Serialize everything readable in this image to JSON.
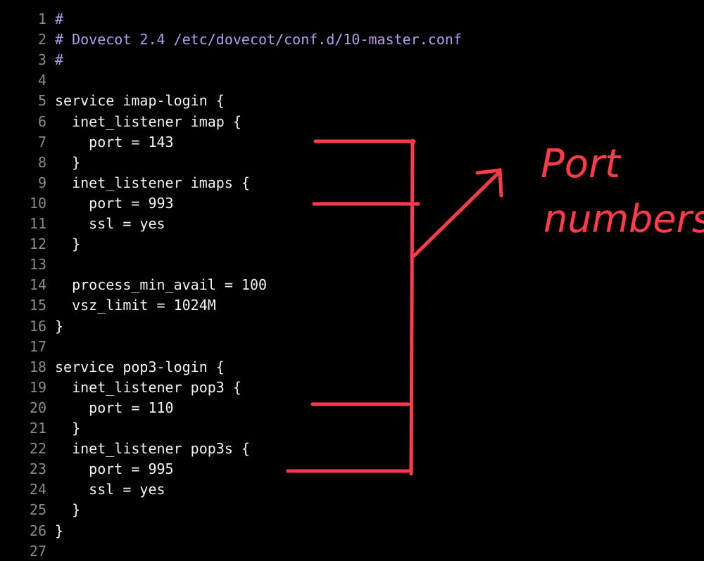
{
  "editor": {
    "lines": [
      {
        "number": "1",
        "text": "#",
        "kind": "comment"
      },
      {
        "number": "2",
        "text": "# Dovecot 2.4 /etc/dovecot/conf.d/10-master.conf",
        "kind": "comment"
      },
      {
        "number": "3",
        "text": "#",
        "kind": "comment"
      },
      {
        "number": "4",
        "text": "",
        "kind": "code"
      },
      {
        "number": "5",
        "text": "service imap-login {",
        "kind": "code"
      },
      {
        "number": "6",
        "text": "  inet_listener imap {",
        "kind": "code"
      },
      {
        "number": "7",
        "text": "    port = 143",
        "kind": "code"
      },
      {
        "number": "8",
        "text": "  }",
        "kind": "code"
      },
      {
        "number": "9",
        "text": "  inet_listener imaps {",
        "kind": "code"
      },
      {
        "number": "10",
        "text": "    port = 993",
        "kind": "code"
      },
      {
        "number": "11",
        "text": "    ssl = yes",
        "kind": "code"
      },
      {
        "number": "12",
        "text": "  }",
        "kind": "code"
      },
      {
        "number": "13",
        "text": "",
        "kind": "code"
      },
      {
        "number": "14",
        "text": "  process_min_avail = 100",
        "kind": "code"
      },
      {
        "number": "15",
        "text": "  vsz_limit = 1024M",
        "kind": "code"
      },
      {
        "number": "16",
        "text": "}",
        "kind": "code"
      },
      {
        "number": "17",
        "text": "",
        "kind": "code"
      },
      {
        "number": "18",
        "text": "service pop3-login {",
        "kind": "code"
      },
      {
        "number": "19",
        "text": "  inet_listener pop3 {",
        "kind": "code"
      },
      {
        "number": "20",
        "text": "    port = 110",
        "kind": "code"
      },
      {
        "number": "21",
        "text": "  }",
        "kind": "code"
      },
      {
        "number": "22",
        "text": "  inet_listener pop3s {",
        "kind": "code"
      },
      {
        "number": "23",
        "text": "    port = 995",
        "kind": "code"
      },
      {
        "number": "24",
        "text": "    ssl = yes",
        "kind": "code"
      },
      {
        "number": "25",
        "text": "  }",
        "kind": "code"
      },
      {
        "number": "26",
        "text": "}",
        "kind": "code"
      },
      {
        "number": "27",
        "text": "",
        "kind": "code"
      }
    ]
  },
  "annotation": {
    "text_line_1": "Port",
    "text_line_2": "numbers",
    "color": "#ff3b4a"
  },
  "colors": {
    "background": "#000000",
    "code_text": "#f2f2f2",
    "comment_text": "#b79cf0",
    "line_number": "#8a8a8a"
  }
}
